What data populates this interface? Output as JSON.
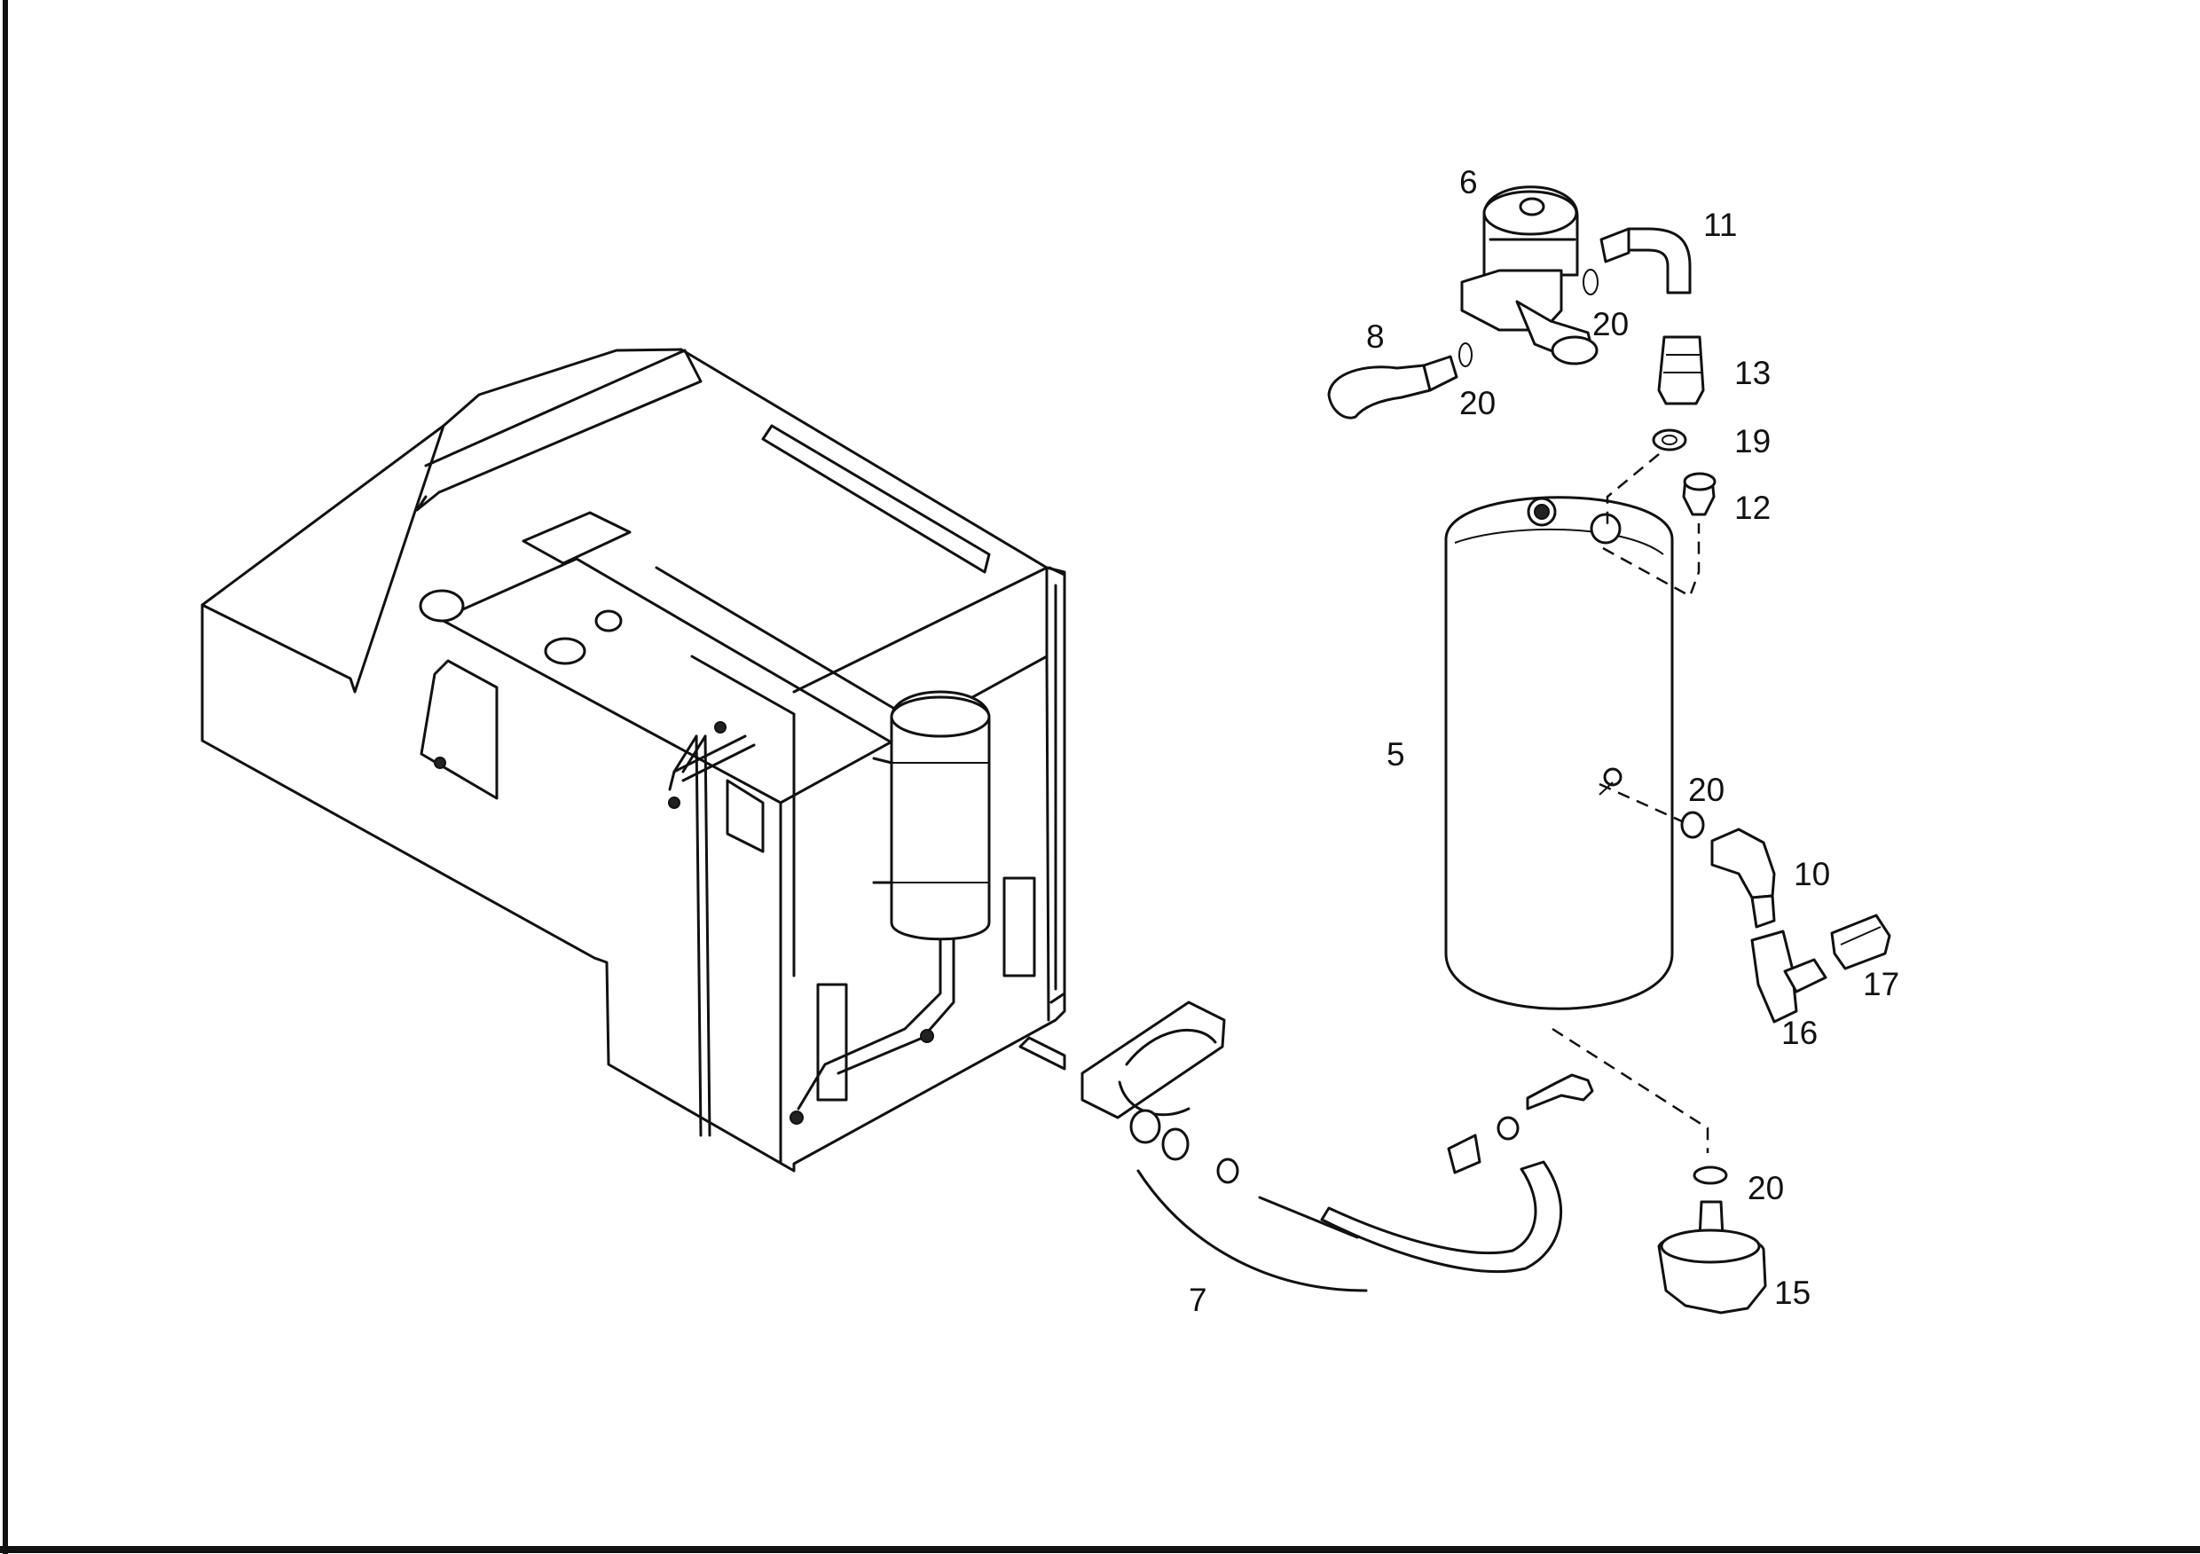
{
  "colors": {
    "ink": "#111111",
    "paper": "#ffffff"
  },
  "callouts": {
    "c6": "6",
    "c11": "11",
    "c8": "8",
    "c20_valve_right": "20",
    "c20_valve_left": "20",
    "c13": "13",
    "c19": "19",
    "c12": "12",
    "c5": "5",
    "c20_side": "20",
    "c10": "10",
    "c17": "17",
    "c16": "16",
    "c20_bottom": "20",
    "c15": "15",
    "c7": "7"
  }
}
